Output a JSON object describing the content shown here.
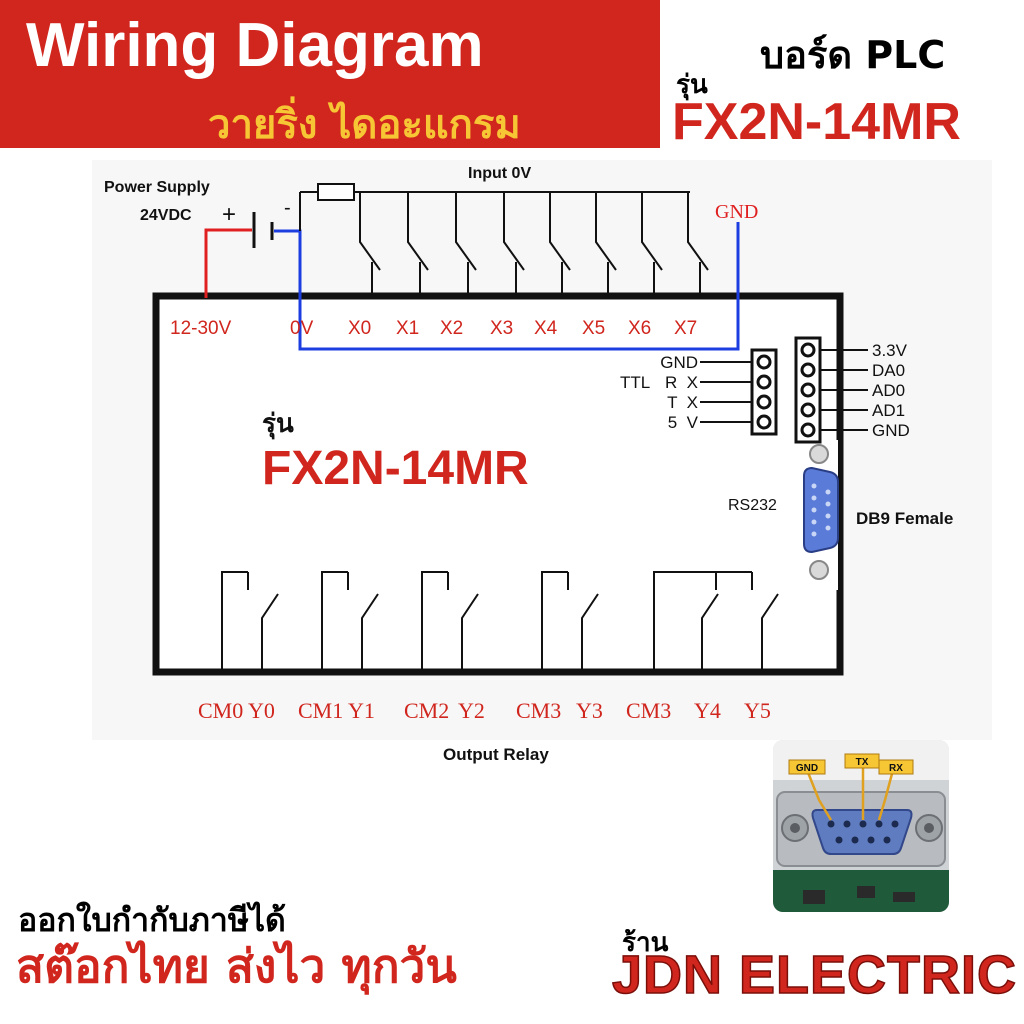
{
  "header": {
    "title": "Wiring Diagram",
    "subtitle": "วายริ่ง ไดอะแกรม",
    "board_label": "บอร์ด PLC",
    "model_prefix": "รุ่น",
    "model": "FX2N-14MR"
  },
  "diagram": {
    "power_supply_label": "Power Supply",
    "voltage_label": "24VDC",
    "plus_sign": "+",
    "minus_sign": "-",
    "input_common_label": "Input 0V",
    "gnd_label": "GND",
    "input_terminals": [
      "12-30V",
      "0V",
      "X0",
      "X1",
      "X2",
      "X3",
      "X4",
      "X5",
      "X6",
      "X7"
    ],
    "model_prefix": "รุ่น",
    "model": "FX2N-14MR",
    "ttl_label": "TTL",
    "ttl_pins": [
      "GND",
      "R  X",
      "T  X",
      "5  V"
    ],
    "adc_pins": [
      "3.3V",
      "DA0",
      "AD0",
      "AD1",
      "GND"
    ],
    "rs232_label": "RS232",
    "db9_label": "DB9 Female",
    "output_terminals": [
      "CM0",
      "Y0",
      "CM1",
      "Y1",
      "CM2",
      "Y2",
      "CM3",
      "Y3",
      "CM3",
      "Y4",
      "Y5"
    ],
    "output_label": "Output Relay"
  },
  "photo": {
    "pin_labels": [
      "GND",
      "TX",
      "RX"
    ]
  },
  "footer": {
    "note": "ออกใบกำกับภาษีได้",
    "slogan": "สต๊อกไทย ส่งไว ทุกวัน",
    "shop_prefix": "ร้าน",
    "shop_name": "JDN ELECTRIC"
  },
  "colors": {
    "brand_red": "#d0261e",
    "accent_yellow": "#f6c634",
    "wire_red": "#e02020",
    "wire_blue": "#1c3ee0"
  }
}
